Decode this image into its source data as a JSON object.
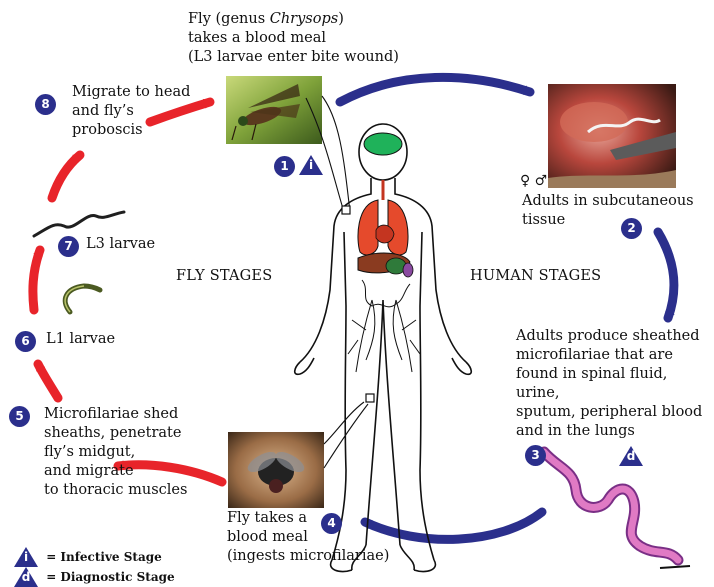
{
  "steps": {
    "s1": {
      "number": "1",
      "text_pre": "Fly (genus ",
      "genus": "Chrysops",
      "text_post": ")\ntakes a blood meal\n(L3 larvae enter bite wound)"
    },
    "s2": {
      "number": "2",
      "text": "Adults in subcutaneous tissue",
      "sex_symbols": "♀ ♂"
    },
    "s3": {
      "number": "3",
      "text": "Adults produce sheathed\nmicrofilariae that are\nfound in spinal fluid, urine,\nsputum, peripheral blood\nand in the lungs"
    },
    "s4": {
      "number": "4",
      "text": "Fly takes a\nblood meal\n(ingests microfilariae)"
    },
    "s5": {
      "number": "5",
      "text": "Microfilariae shed\nsheaths, penetrate\nfly’s midgut,\nand migrate\nto thoracic muscles"
    },
    "s6": {
      "number": "6",
      "text": "L1 larvae"
    },
    "s7": {
      "number": "7",
      "text": "L3 larvae"
    },
    "s8": {
      "number": "8",
      "text": "Migrate to head\nand fly’s\nproboscis"
    }
  },
  "regions": {
    "fly": "FLY STAGES",
    "human": "HUMAN STAGES"
  },
  "markers": {
    "infective": "i",
    "diagnostic": "d"
  },
  "legend": [
    {
      "symbol": "i",
      "label": "= Infective Stage"
    },
    {
      "symbol": "d",
      "label": "= Diagnostic Stage"
    }
  ],
  "colors": {
    "human_arrow": "#2b2f8c",
    "fly_arrow": "#e8242a",
    "marker": "#2b2f8c"
  }
}
